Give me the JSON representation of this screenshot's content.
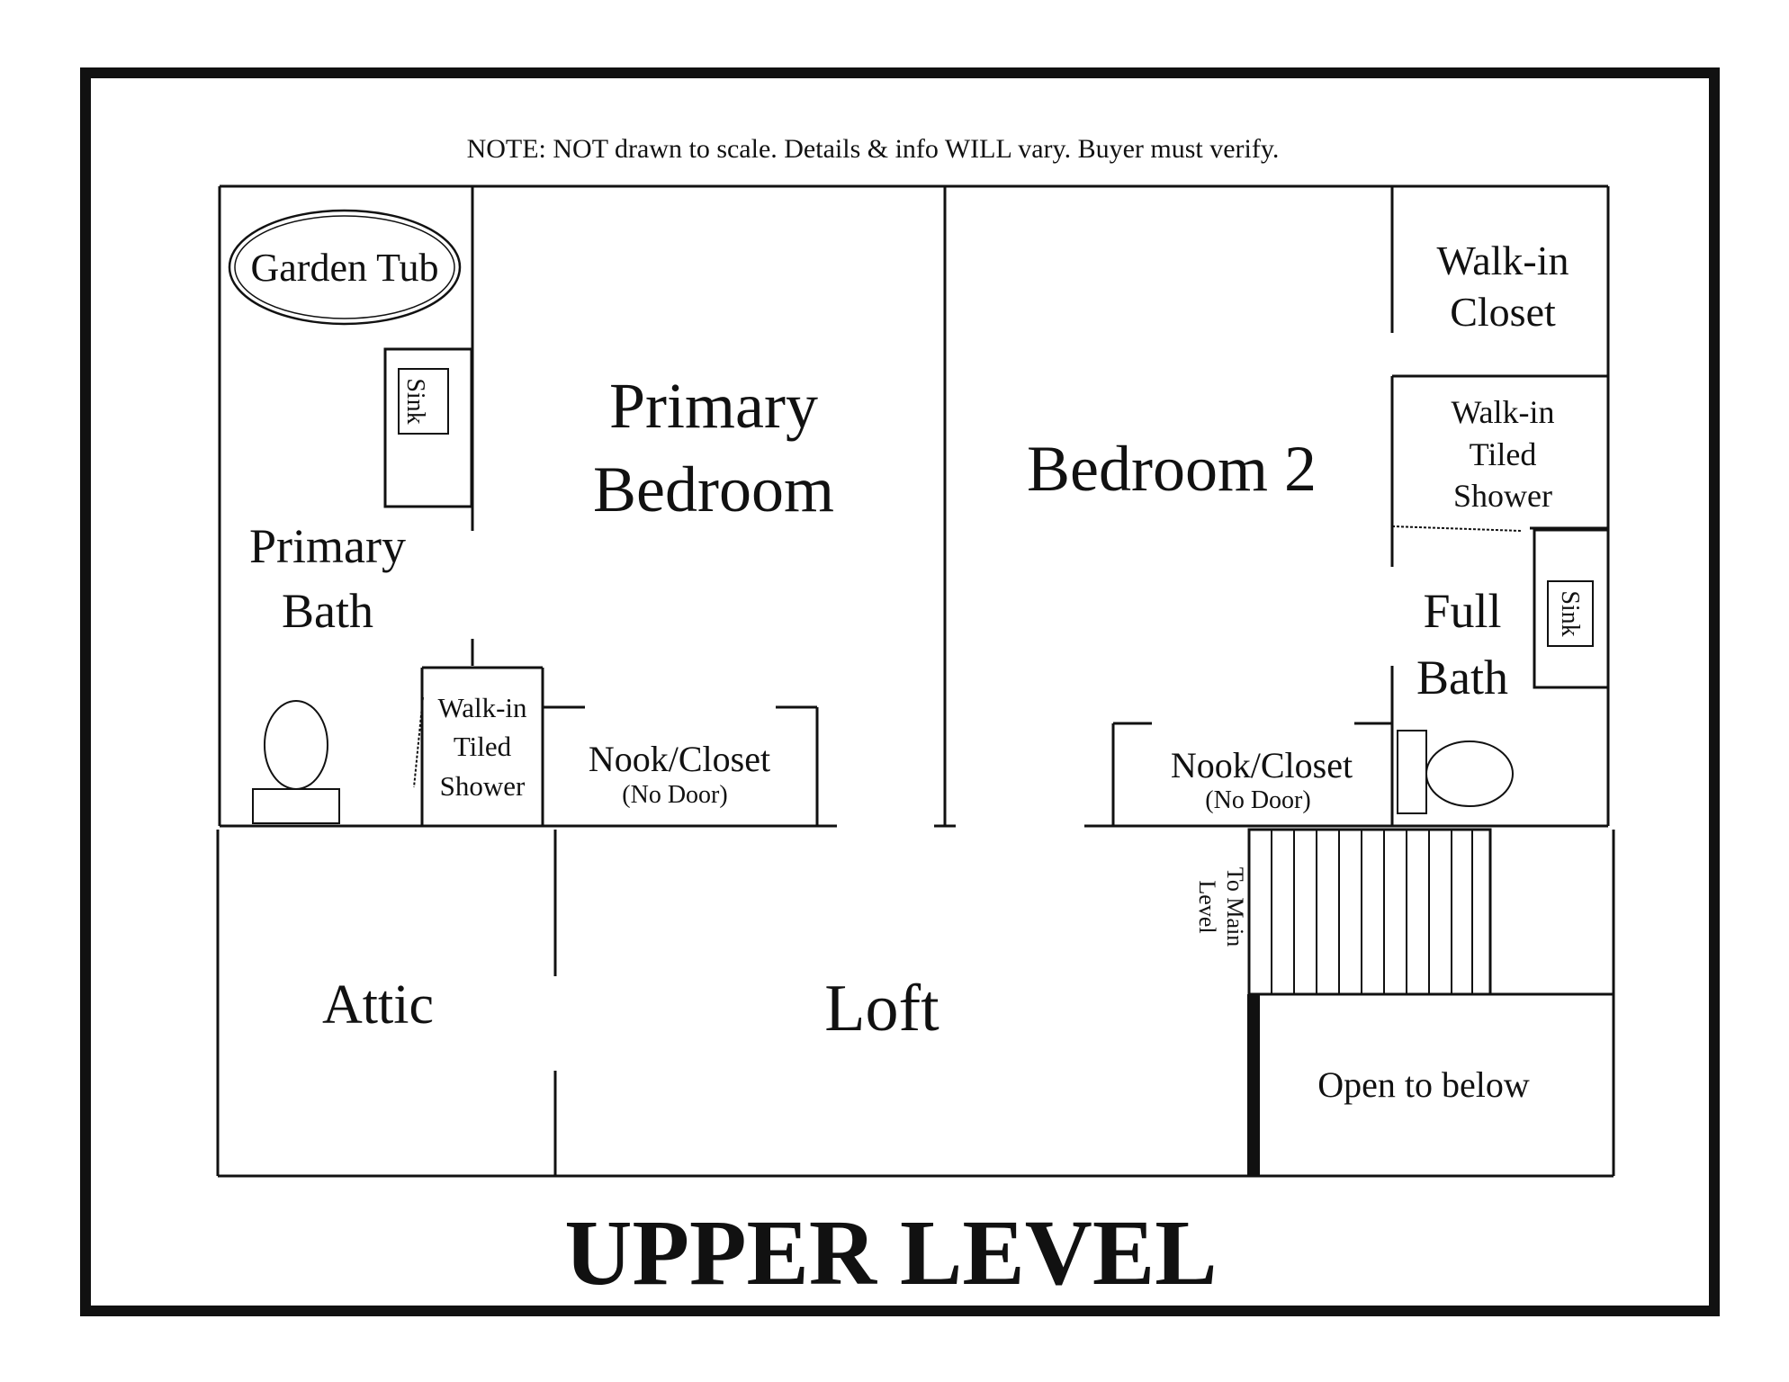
{
  "note": "NOTE: NOT drawn to scale. Details & info WILL vary. Buyer must verify.",
  "title": "UPPER LEVEL",
  "rooms": {
    "primary_bedroom": [
      "Primary",
      "Bedroom"
    ],
    "bedroom2": "Bedroom 2",
    "primary_bath": [
      "Primary",
      "Bath"
    ],
    "full_bath": [
      "Full",
      "Bath"
    ],
    "attic": "Attic",
    "loft": "Loft",
    "open_to_below": "Open to below"
  },
  "fixtures": {
    "garden_tub": "Garden Tub",
    "sink": "Sink",
    "shower_left": [
      "Walk-in",
      "Tiled",
      "Shower"
    ],
    "shower_right": [
      "Walk-in",
      "Tiled",
      "Shower"
    ],
    "walkin_closet": [
      "Walk-in",
      "Closet"
    ],
    "nook": "Nook/Closet",
    "no_door": "(No Door)",
    "stairs": [
      "To Main",
      "Level"
    ]
  },
  "colors": {
    "ink": "#111111",
    "background": "#ffffff"
  }
}
